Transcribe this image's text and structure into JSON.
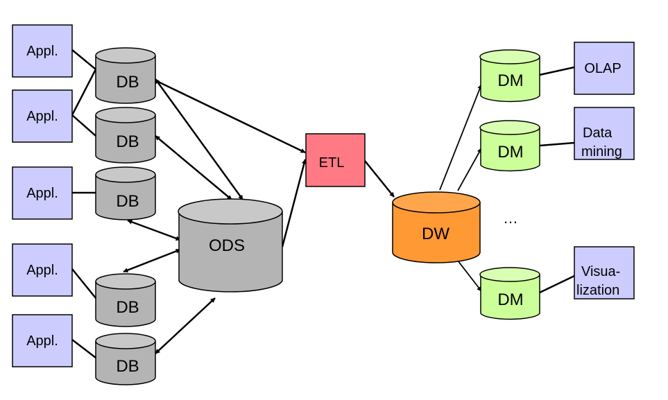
{
  "labels": {
    "appl": "Appl.",
    "db": "DB",
    "ods": "ODS",
    "etl": "ETL",
    "dw": "DW",
    "dm": "DM",
    "olap": "OLAP",
    "data_mining_line1": "Data",
    "data_mining_line2": "mining",
    "visualization_line1": "Visua-",
    "visualization_line2": "lization",
    "ellipsis": "…"
  },
  "colors": {
    "appl_fill": "#ccccff",
    "db_fill": "#b4b4b4",
    "ods_fill": "#b4b4b4",
    "etl_fill": "#ff7a85",
    "dw_fill": "#ff9933",
    "dm_fill": "#ccff99",
    "tool_fill": "#ccccff",
    "stroke": "#000000"
  }
}
